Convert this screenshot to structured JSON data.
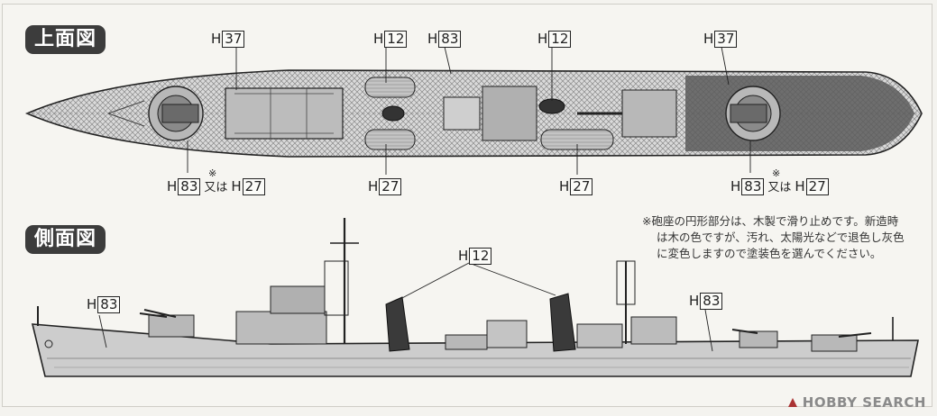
{
  "sections": {
    "top_view": "上面図",
    "side_view": "側面図"
  },
  "labels": {
    "prefix": "H",
    "top_row": [
      "37",
      "12",
      "83",
      "12",
      "37"
    ],
    "bottom_row_1": "83",
    "bottom_row_1_alt": "27",
    "bottom_row_2": "27",
    "bottom_row_3": "27",
    "bottom_row_4": "83",
    "bottom_row_4_alt": "27",
    "or_text": "又は",
    "ref_mark": "※",
    "side_bow": "83",
    "side_funnel": "12",
    "side_stern": "83"
  },
  "note": {
    "line1": "※砲座の円形部分は、木製で滑り止めです。新造時",
    "line2": "は木の色ですが、汚れ、太陽光などで退色し灰色",
    "line3": "に変色しますので塗装色を選んでください。"
  },
  "watermark": {
    "text": "HOBBY SEARCH",
    "icon": "hobby-search-logo-icon"
  },
  "colors": {
    "paper": "#f4f3ef",
    "line": "#222222",
    "tag_bg": "#3c3c3c",
    "hull_tone": "#cfcfcf",
    "dark_deck": "#555555"
  }
}
